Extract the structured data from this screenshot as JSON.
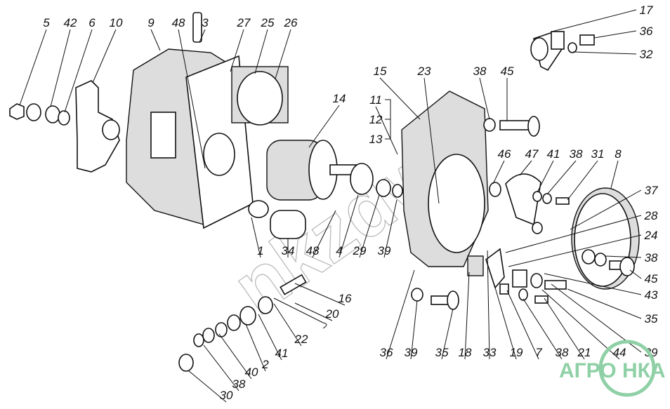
{
  "diagram": {
    "type": "exploded-assembly",
    "callouts": [
      "5",
      "42",
      "6",
      "10",
      "9",
      "48",
      "3",
      "27",
      "25",
      "26",
      "14",
      "15",
      "23",
      "11",
      "12",
      "13",
      "38",
      "45",
      "17",
      "36",
      "32",
      "46",
      "47",
      "41",
      "38",
      "31",
      "8",
      "37",
      "28",
      "24",
      "38",
      "45",
      "43",
      "35",
      "39",
      "44",
      "21",
      "38",
      "7",
      "19",
      "33",
      "18",
      "35",
      "39",
      "36",
      "1",
      "34",
      "48",
      "4",
      "29",
      "39",
      "16",
      "20",
      "22",
      "41",
      "2",
      "40",
      "38",
      "30"
    ],
    "watermark": "nkzdw",
    "logo": "АГРО НКА",
    "colors": {
      "ink": "#111111",
      "logo": "#8fd0a6",
      "watermark": "#bbbbbb"
    }
  }
}
